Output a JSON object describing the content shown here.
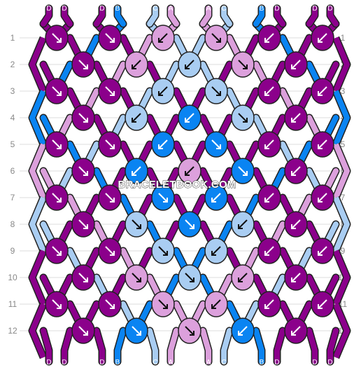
{
  "watermark": "BRACELETBOOK.COM",
  "colors": {
    "D": "#8b008b",
    "B": "#0a84f2",
    "C": "#a9cdf2",
    "A": "#dca0dc"
  },
  "strings_top": [
    "D",
    "D",
    "D",
    "B",
    "C",
    "A",
    "A",
    "C",
    "B",
    "D",
    "D",
    "D"
  ],
  "strings_bottom": [
    "D",
    "D",
    "D",
    "B",
    "C",
    "A",
    "A",
    "C",
    "B",
    "D",
    "D",
    "D"
  ],
  "row_labels": [
    "1",
    "2",
    "3",
    "4",
    "5",
    "6",
    "7",
    "8",
    "9",
    "10",
    "11",
    "12"
  ],
  "knot_icon": "arrow-icon",
  "knots": [
    [
      {
        "c": "D",
        "d": "se"
      },
      {
        "c": "D",
        "d": "se"
      },
      {
        "c": "A",
        "d": "sw"
      },
      {
        "c": "A",
        "d": "se"
      },
      {
        "c": "D",
        "d": "sw"
      },
      {
        "c": "D",
        "d": "sw"
      }
    ],
    [
      {
        "c": "D",
        "d": "se"
      },
      {
        "c": "A",
        "d": "sw"
      },
      {
        "c": "C",
        "d": "sw"
      },
      {
        "c": "A",
        "d": "se"
      },
      {
        "c": "D",
        "d": "sw"
      }
    ],
    [
      {
        "c": "D",
        "d": "se"
      },
      {
        "c": "D",
        "d": "se"
      },
      {
        "c": "C",
        "d": "sw"
      },
      {
        "c": "C",
        "d": "se"
      },
      {
        "c": "D",
        "d": "sw"
      },
      {
        "c": "D",
        "d": "sw"
      }
    ],
    [
      {
        "c": "D",
        "d": "se"
      },
      {
        "c": "C",
        "d": "sw"
      },
      {
        "c": "B",
        "d": "sw"
      },
      {
        "c": "C",
        "d": "se"
      },
      {
        "c": "D",
        "d": "sw"
      }
    ],
    [
      {
        "c": "D",
        "d": "se"
      },
      {
        "c": "D",
        "d": "se"
      },
      {
        "c": "B",
        "d": "sw"
      },
      {
        "c": "B",
        "d": "se"
      },
      {
        "c": "D",
        "d": "sw"
      },
      {
        "c": "D",
        "d": "sw"
      }
    ],
    [
      {
        "c": "D",
        "d": "se"
      },
      {
        "c": "B",
        "d": "sw"
      },
      {
        "c": "A",
        "d": "sw"
      },
      {
        "c": "B",
        "d": "se"
      },
      {
        "c": "D",
        "d": "sw"
      }
    ],
    [
      {
        "c": "D",
        "d": "se"
      },
      {
        "c": "D",
        "d": "se"
      },
      {
        "c": "B",
        "d": "se"
      },
      {
        "c": "B",
        "d": "sw"
      },
      {
        "c": "D",
        "d": "sw"
      },
      {
        "c": "D",
        "d": "sw"
      }
    ],
    [
      {
        "c": "D",
        "d": "se"
      },
      {
        "c": "C",
        "d": "se"
      },
      {
        "c": "B",
        "d": "se"
      },
      {
        "c": "C",
        "d": "sw"
      },
      {
        "c": "D",
        "d": "sw"
      }
    ],
    [
      {
        "c": "D",
        "d": "se"
      },
      {
        "c": "D",
        "d": "se"
      },
      {
        "c": "C",
        "d": "se"
      },
      {
        "c": "C",
        "d": "sw"
      },
      {
        "c": "D",
        "d": "sw"
      },
      {
        "c": "D",
        "d": "sw"
      }
    ],
    [
      {
        "c": "D",
        "d": "se"
      },
      {
        "c": "A",
        "d": "se"
      },
      {
        "c": "C",
        "d": "se"
      },
      {
        "c": "A",
        "d": "sw"
      },
      {
        "c": "D",
        "d": "sw"
      }
    ],
    [
      {
        "c": "D",
        "d": "se"
      },
      {
        "c": "D",
        "d": "se"
      },
      {
        "c": "A",
        "d": "se"
      },
      {
        "c": "A",
        "d": "sw"
      },
      {
        "c": "D",
        "d": "sw"
      },
      {
        "c": "D",
        "d": "sw"
      }
    ],
    [
      {
        "c": "D",
        "d": "se"
      },
      {
        "c": "B",
        "d": "se"
      },
      {
        "c": "A",
        "d": "se"
      },
      {
        "c": "B",
        "d": "sw"
      },
      {
        "c": "D",
        "d": "sw"
      }
    ]
  ]
}
